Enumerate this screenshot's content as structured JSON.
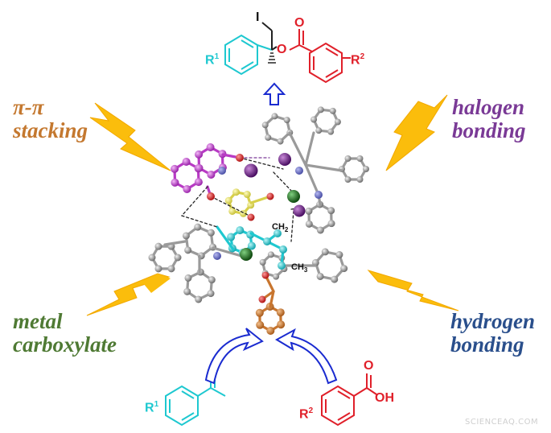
{
  "labels": {
    "pi_stacking_1": "π-π",
    "pi_stacking_2": "stacking",
    "halogen_1": "halogen",
    "halogen_2": "bonding",
    "metal_1": "metal",
    "metal_2": "carboxylate",
    "hydrogen_1": "hydrogen",
    "hydrogen_2": "bonding"
  },
  "atoms": {
    "iodine": "I",
    "oxygen": "O",
    "oxygen2": "O",
    "r1_top": "R",
    "r1_top_sup": "1",
    "r2_top": "R",
    "r2_top_sup": "2",
    "r1_bottom": "R",
    "r1_bottom_sup": "1",
    "r2_bottom": "R",
    "r2_bottom_sup": "2",
    "acid_o": "O",
    "acid_oh": "OH"
  },
  "crystal_labels": {
    "ch2": "CH",
    "ch2_sub": "2",
    "ch3": "CH",
    "ch3_sub": "3"
  },
  "watermark": "SCIENCEAQ.COM",
  "colors": {
    "pi_stacking": "#c4782f",
    "halogen": "#7a3a96",
    "metal": "#4f7a34",
    "hydrogen": "#2a4f8c",
    "bolt": "#fbbd0c",
    "arrow": "#1a2bd0",
    "cyan": "#1ec8d0",
    "red": "#e0202a",
    "magenta": "#b83ac4",
    "purple": "#6a1d86",
    "green": "#1e6a1e",
    "orange": "#c8752e",
    "yellow": "#e8e050",
    "gray": "#888888"
  }
}
